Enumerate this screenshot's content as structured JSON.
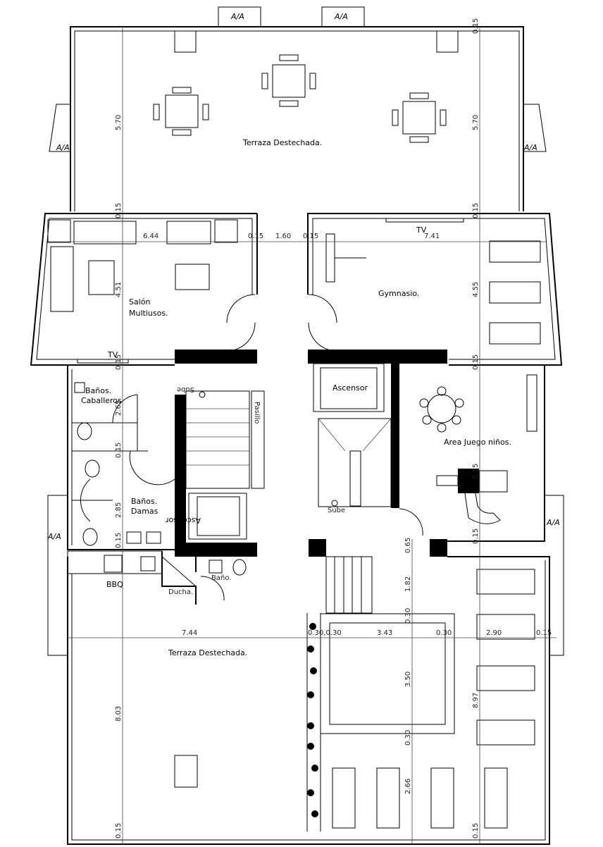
{
  "rooms": {
    "terraza_top": "Terraza Destechada.",
    "salon_1": "Salón",
    "salon_2": "Multiusos.",
    "gimnasio": "Gymnasio.",
    "tv_gym": "TV",
    "tv_salon": "TV",
    "banos_caballeros_1": "Baños.",
    "banos_caballeros_2": "Caballeros",
    "banos_damas_1": "Baños.",
    "banos_damas_2": "Damas",
    "ascensor_right": "Ascensor",
    "ascensor_left": "Ascensor",
    "sube_left": "Sube",
    "sube_right": "Sube",
    "vertical_label": "Pasillo",
    "area_juego": "Area Juego niños.",
    "bbq": "BBQ",
    "ducha": "Ducha.",
    "bano": "Baño.",
    "terraza_bottom": "Terraza Destechada."
  },
  "ac_units": [
    "A/A",
    "A/A",
    "A/A",
    "A/A",
    "A/A",
    "A/A"
  ],
  "dimensions": {
    "top_left_height": "5.70",
    "top_right_height": "5.70",
    "top_right_wall": "0.15",
    "left_wall_1": "0.15",
    "right_wall_1": "0.15",
    "salon_width": "6.44",
    "wall_a": "0.15",
    "corridor": "1.60",
    "wall_b": "0.15",
    "gym_width": "7.41",
    "salon_height": "4.51",
    "gym_height": "4.55",
    "left_wall_2": "0.15",
    "right_wall_2": "0.15",
    "caballeros_height": "2.65",
    "left_wall_3": "0.15",
    "damas_height": "2.85",
    "left_wall_4": "0.15",
    "juego_height": "5.15",
    "right_wall_3": "0.15",
    "door_small": "0.65",
    "stairs_depth": "1.82",
    "pool_border_top": "0.30",
    "terrace_width": "7.44",
    "pool_left_border": "0.30,0.30",
    "pool_width": "3.43",
    "pool_right_border": "0.30",
    "deck_width": "2.90",
    "right_wall_5": "0.15",
    "terrace_height": "8.03",
    "pool_height": "3.50",
    "deck_height": "8.97",
    "pool_border_bottom": "0.30",
    "lounge_depth": "2.66",
    "bottom_left_wall": "0.15",
    "bottom_right_wall": "0.15"
  }
}
